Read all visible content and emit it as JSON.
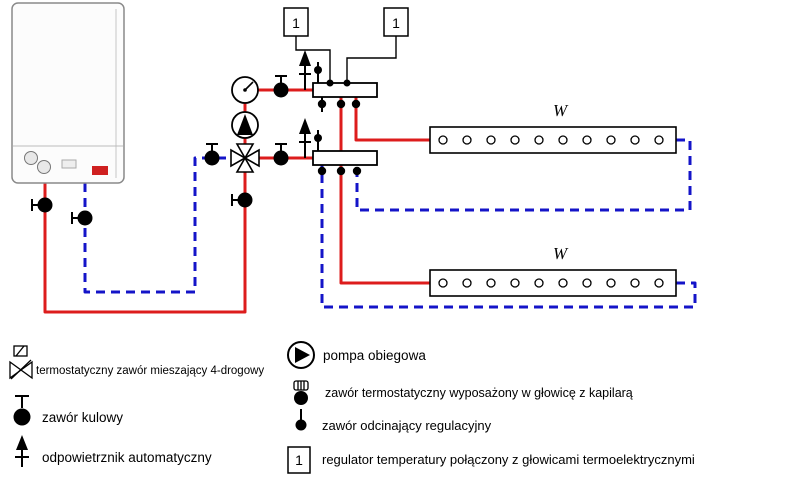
{
  "colors": {
    "supply_red": "#dd1c1c",
    "return_blue": "#1414c8",
    "line_black": "#000000",
    "boiler_logo_red": "#cf2020"
  },
  "diagram": {
    "regulator_boxes": {
      "box1": "1",
      "box2": "1"
    },
    "radiators": {
      "r1_label": "W",
      "r2_label": "W"
    },
    "icons": [
      "boiler",
      "pressure-gauge-icon",
      "pump-icon",
      "four-way-mixing-valve-icon",
      "ball-valve-icon",
      "air-vent-icon",
      "shutoff-valve-icon",
      "manifold",
      "radiator"
    ]
  },
  "legend": {
    "left": [
      {
        "icon": "four-way-mixing-valve-icon",
        "label": "termostatyczny zawór mieszający 4-drogowy"
      },
      {
        "icon": "ball-valve-icon",
        "label": "zawór kulowy"
      },
      {
        "icon": "air-vent-icon",
        "label": "odpowietrznik automatyczny"
      }
    ],
    "right": [
      {
        "icon": "pump-icon",
        "label": "pompa obiegowa"
      },
      {
        "icon": "thermostatic-valve-icon",
        "label": "zawór termostatyczny wyposażony w głowicę z kapilarą"
      },
      {
        "icon": "shutoff-valve-icon",
        "label": "zawór odcinający regulacyjny"
      },
      {
        "icon": "regulator-icon",
        "box_label": "1",
        "label": "regulator temperatury połączony z głowicami termoelektrycznymi"
      }
    ]
  }
}
